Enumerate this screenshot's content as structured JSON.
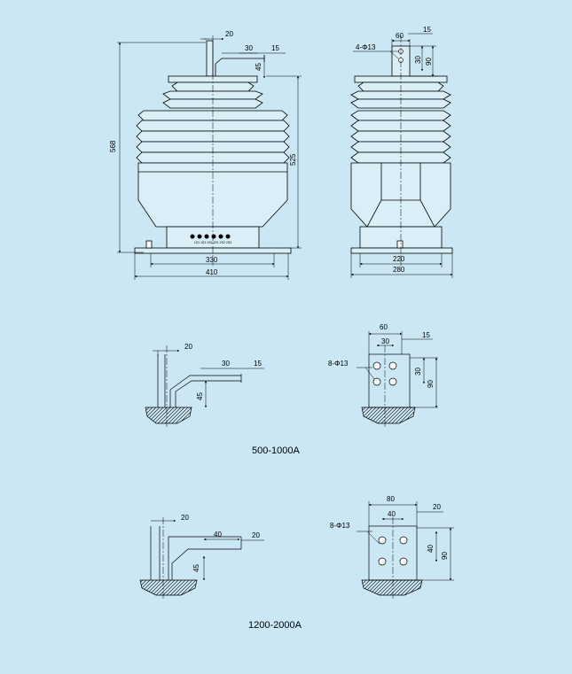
{
  "palette": {
    "background": "#cbe7f3",
    "body_fill": "#d9eef7",
    "line": "#000000"
  },
  "front_view": {
    "d_20": "20",
    "d_30": "30",
    "d_15": "15",
    "d_45": "45",
    "d_568": "568",
    "d_525": "525",
    "d_330": "330",
    "d_410": "410",
    "terminal_labels": "1S1 1S2 1S3 2S1 2S2 2S3"
  },
  "side_view": {
    "holes": "4-Φ13",
    "d_60": "60",
    "d_15": "15",
    "d_30": "30",
    "d_90": "90",
    "d_220": "220",
    "d_280": "280"
  },
  "detail_1000": {
    "label": "500-1000A",
    "side": {
      "d_20": "20",
      "d_30": "30",
      "d_15": "15",
      "d_45": "45"
    },
    "face": {
      "holes": "8-Φ13",
      "d_60": "60",
      "d_30": "30",
      "d_15": "15",
      "d_30v": "30",
      "d_90": "90"
    }
  },
  "detail_2000": {
    "label": "1200-2000A",
    "side": {
      "d_20": "20",
      "d_40": "40",
      "d_20b": "20",
      "d_45": "45"
    },
    "face": {
      "holes": "8-Φ13",
      "d_80": "80",
      "d_40": "40",
      "d_20": "20",
      "d_40v": "40",
      "d_90": "90"
    }
  }
}
